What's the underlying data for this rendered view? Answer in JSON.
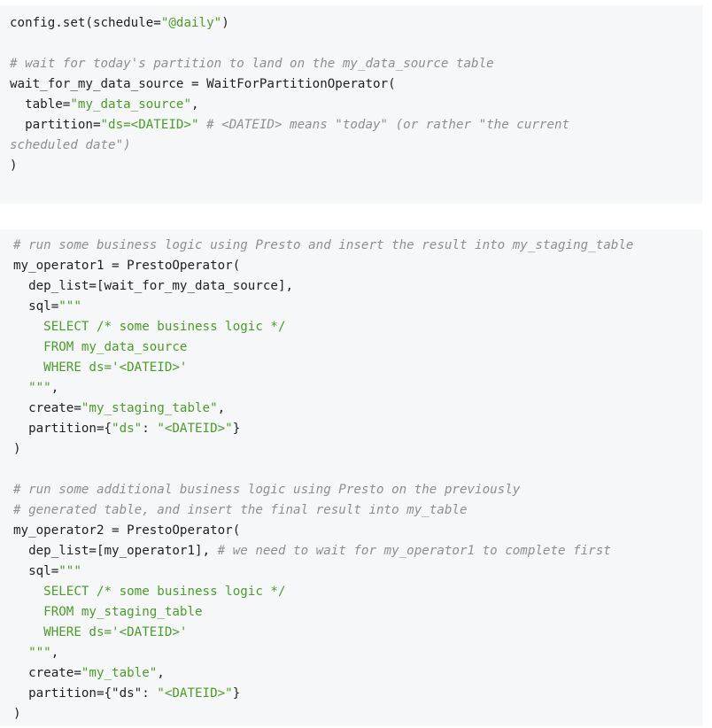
{
  "blocks": [
    {
      "id": "block-1",
      "lines": [
        [
          {
            "t": "plain",
            "v": "config.set(schedule="
          },
          {
            "t": "str",
            "v": "\"@daily\""
          },
          {
            "t": "plain",
            "v": ")"
          }
        ],
        [],
        [
          {
            "t": "cmt",
            "v": "# wait for today's partition to land on the my_data_source table"
          }
        ],
        [
          {
            "t": "plain",
            "v": "wait_for_my_data_source = WaitForPartitionOperator("
          }
        ],
        [
          {
            "t": "plain",
            "v": "  table="
          },
          {
            "t": "str",
            "v": "\"my_data_source\""
          },
          {
            "t": "plain",
            "v": ","
          }
        ],
        [
          {
            "t": "plain",
            "v": "  partition="
          },
          {
            "t": "str",
            "v": "\"ds=<DATEID>\""
          },
          {
            "t": "plain",
            "v": " "
          },
          {
            "t": "cmt",
            "v": "# <DATEID> means \"today\" (or rather \"the current"
          }
        ],
        [
          {
            "t": "cmt",
            "v": "scheduled date\")"
          }
        ],
        [
          {
            "t": "plain",
            "v": ")"
          }
        ]
      ]
    },
    {
      "id": "block-2",
      "lines": [
        [
          {
            "t": "cmt",
            "v": "# run some business logic using Presto and insert the result into my_staging_table"
          }
        ],
        [
          {
            "t": "plain",
            "v": "my_operator1 = PrestoOperator("
          }
        ],
        [
          {
            "t": "plain",
            "v": "  dep_list=[wait_for_my_data_source],"
          }
        ],
        [
          {
            "t": "plain",
            "v": "  sql="
          },
          {
            "t": "str",
            "v": "\"\"\""
          }
        ],
        [
          {
            "t": "str",
            "v": "    SELECT /* some business logic */"
          }
        ],
        [
          {
            "t": "str",
            "v": "    FROM my_data_source"
          }
        ],
        [
          {
            "t": "str",
            "v": "    WHERE ds='<DATEID>'"
          }
        ],
        [
          {
            "t": "str",
            "v": "  \"\"\""
          },
          {
            "t": "plain",
            "v": ","
          }
        ],
        [
          {
            "t": "plain",
            "v": "  create="
          },
          {
            "t": "str",
            "v": "\"my_staging_table\""
          },
          {
            "t": "plain",
            "v": ","
          }
        ],
        [
          {
            "t": "plain",
            "v": "  partition={"
          },
          {
            "t": "str",
            "v": "\"ds\""
          },
          {
            "t": "plain",
            "v": ": "
          },
          {
            "t": "str",
            "v": "\"<DATEID>\""
          },
          {
            "t": "plain",
            "v": "}"
          }
        ],
        [
          {
            "t": "plain",
            "v": ")"
          }
        ],
        [],
        [
          {
            "t": "cmt",
            "v": "# run some additional business logic using Presto on the previously"
          }
        ],
        [
          {
            "t": "cmt",
            "v": "# generated table, and insert the final result into my_table"
          }
        ],
        [
          {
            "t": "plain",
            "v": "my_operator2 = PrestoOperator("
          }
        ],
        [
          {
            "t": "plain",
            "v": "  dep_list=[my_operator1], "
          },
          {
            "t": "cmt",
            "v": "# we need to wait for my_operator1 to complete first"
          }
        ],
        [
          {
            "t": "plain",
            "v": "  sql="
          },
          {
            "t": "str",
            "v": "\"\"\""
          }
        ],
        [
          {
            "t": "str",
            "v": "    SELECT /* some business logic */"
          }
        ],
        [
          {
            "t": "str",
            "v": "    FROM my_staging_table"
          }
        ],
        [
          {
            "t": "str",
            "v": "    WHERE ds='<DATEID>'"
          }
        ],
        [
          {
            "t": "str",
            "v": "  \"\"\""
          },
          {
            "t": "plain",
            "v": ","
          }
        ],
        [
          {
            "t": "plain",
            "v": "  create="
          },
          {
            "t": "str",
            "v": "\"my_table\""
          },
          {
            "t": "plain",
            "v": ","
          }
        ],
        [
          {
            "t": "plain",
            "v": "  partition={\"ds\": "
          },
          {
            "t": "str",
            "v": "\"<DATEID>\""
          },
          {
            "t": "plain",
            "v": "}"
          }
        ],
        [
          {
            "t": "plain",
            "v": ")"
          }
        ]
      ]
    }
  ]
}
